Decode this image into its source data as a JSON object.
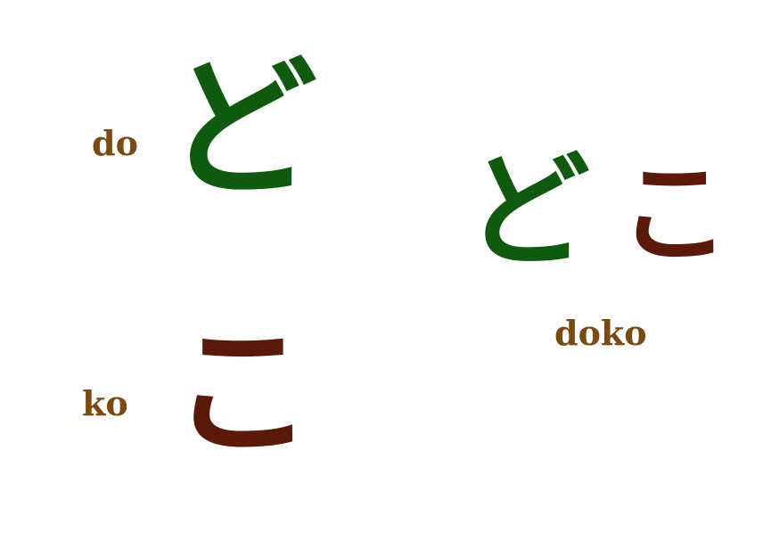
{
  "labels": {
    "do_romaji": "do",
    "ko_romaji": "ko",
    "doko_romaji": "doko"
  },
  "kana": {
    "do": "ど",
    "ko": "こ",
    "doko_first": "ど",
    "doko_second": "こ"
  },
  "colors": {
    "do": "#0f5a0f",
    "ko": "#5a1a0a",
    "romaji": "#7a4a12",
    "background": "#ffffff"
  }
}
